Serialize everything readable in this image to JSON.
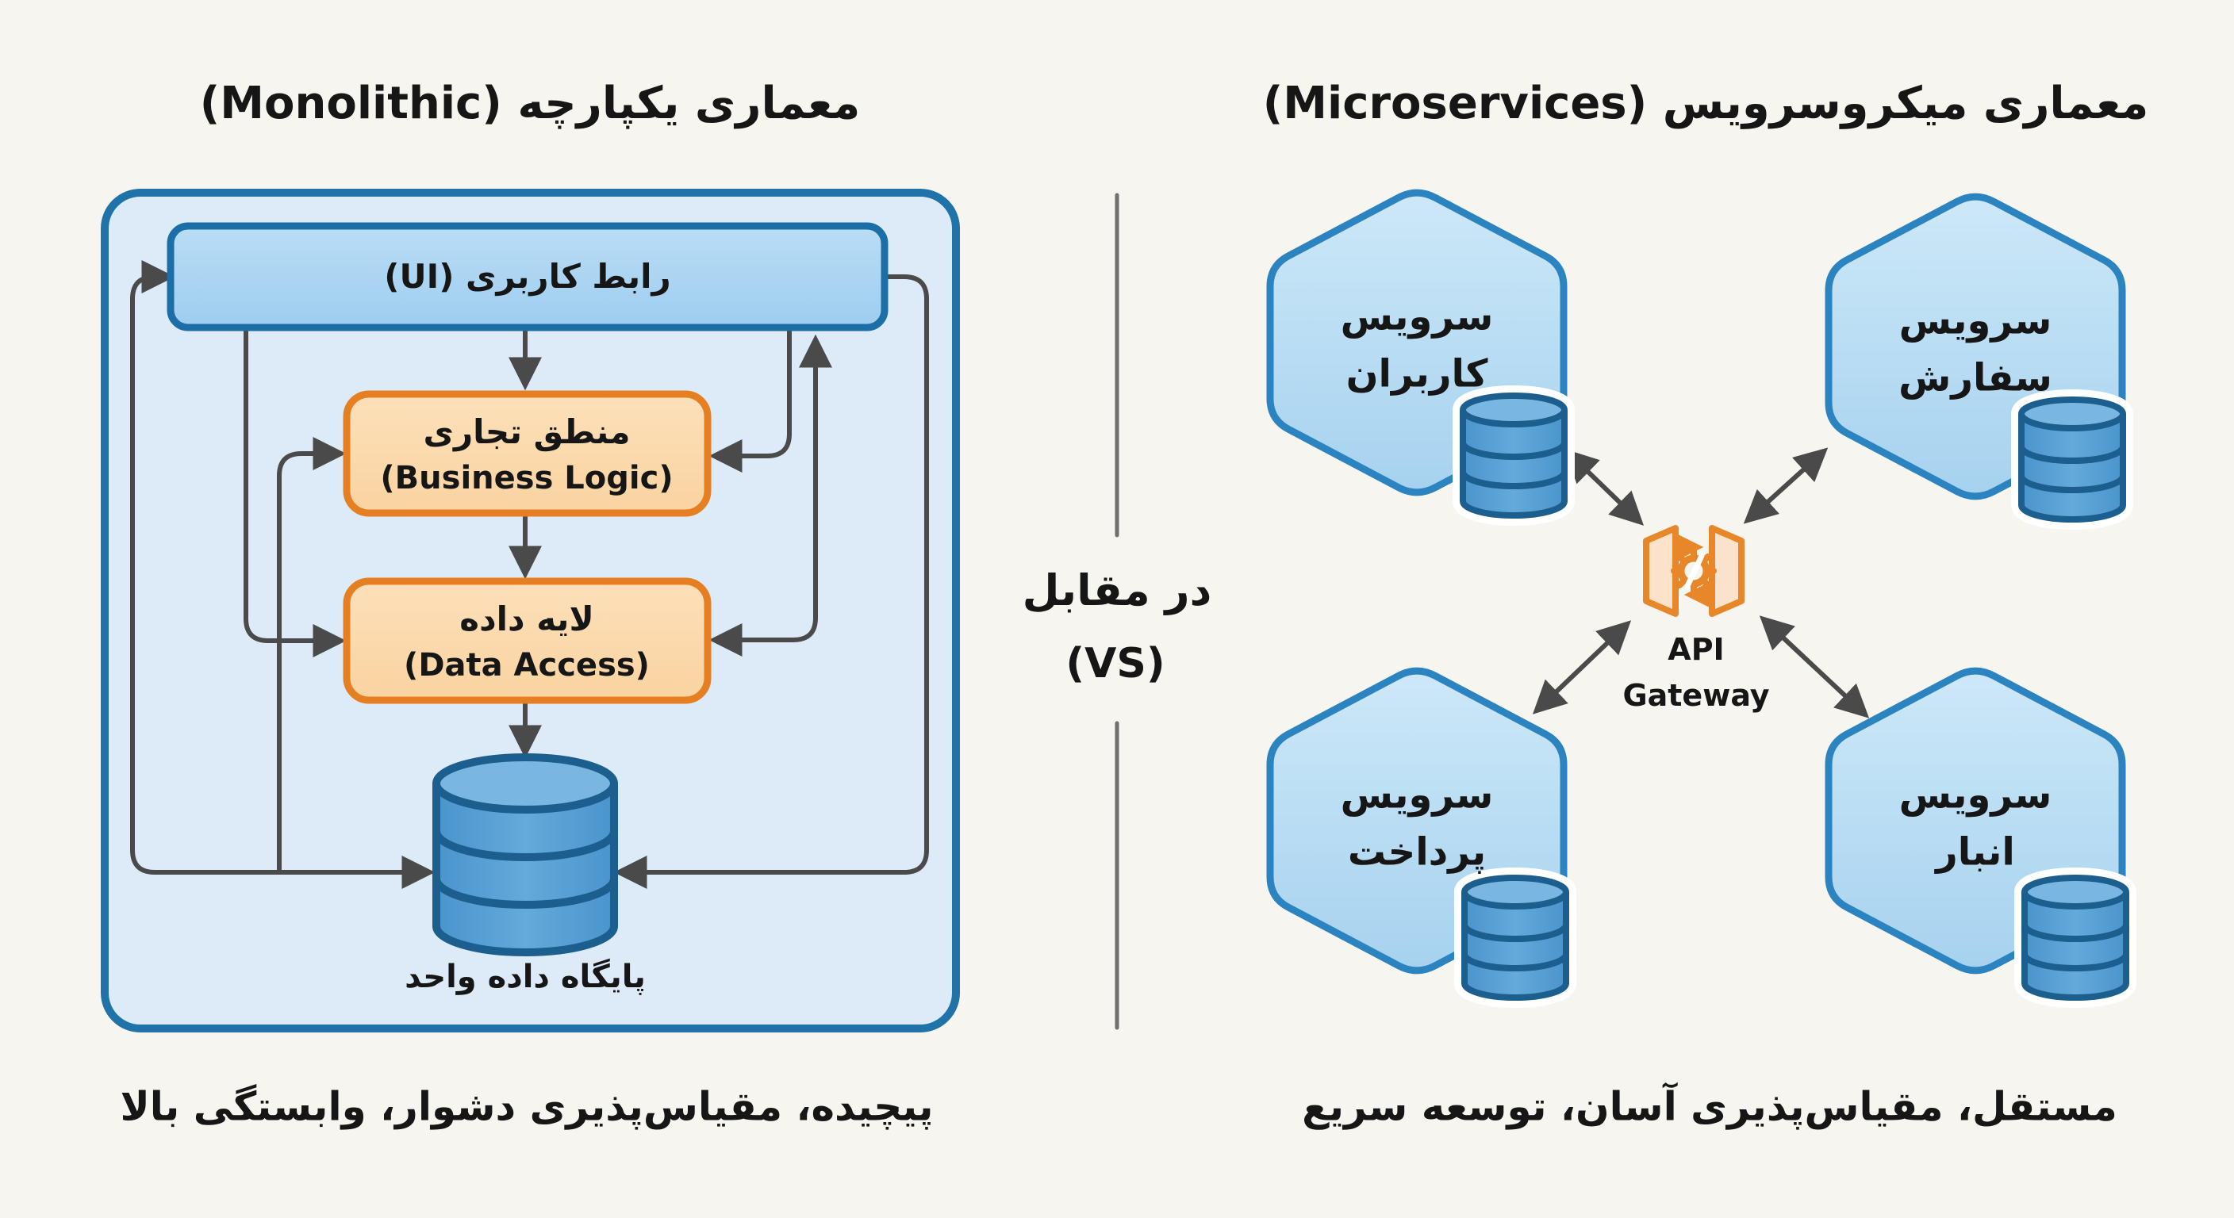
{
  "left_panel": {
    "title": "معماری یکپارچه (Monolithic)",
    "ui_box_label": "رابط کاربری (UI)",
    "business_logic_fa": "منطق تجاری",
    "business_logic_en": "(Business Logic)",
    "data_access_fa": "لایه داده",
    "data_access_en": "(Data Access)",
    "database_label": "پایگاه داده واحد",
    "caption": "پیچیده، مقیاس‌پذیری دشوار، وابستگی بالا"
  },
  "divider": {
    "vs_fa": "در مقابل",
    "vs_en": "(VS)"
  },
  "right_panel": {
    "title": "معماری میکروسرویس (Microservices)",
    "caption": "مستقل، مقیاس‌پذیری آسان، توسعه سریع",
    "gateway": {
      "line1": "API",
      "line2": "Gateway"
    },
    "services": [
      {
        "id": "users",
        "line1": "سرویس",
        "line2": "کاربران"
      },
      {
        "id": "orders",
        "line1": "سرویس",
        "line2": "سفارش"
      },
      {
        "id": "payment",
        "line1": "سرویس",
        "line2": "پرداخت"
      },
      {
        "id": "inventory",
        "line1": "سرویس",
        "line2": "انبار"
      }
    ]
  },
  "colors": {
    "background": "#f7f5ef",
    "panel_fill": "#dcebf7",
    "panel_border": "#1f73a8",
    "ui_box_fill": "#a9d4f1",
    "layer_box_fill": "#fbd9ab",
    "layer_box_border": "#e67e22",
    "hex_fill": "#bfe0f4",
    "hex_border": "#2b84c0",
    "database_fill": "#4e9ad1",
    "database_border": "#1c5e8e",
    "arrow_gray": "#4a4a4a",
    "gateway_orange": "#e8872a",
    "text": "#161616"
  }
}
